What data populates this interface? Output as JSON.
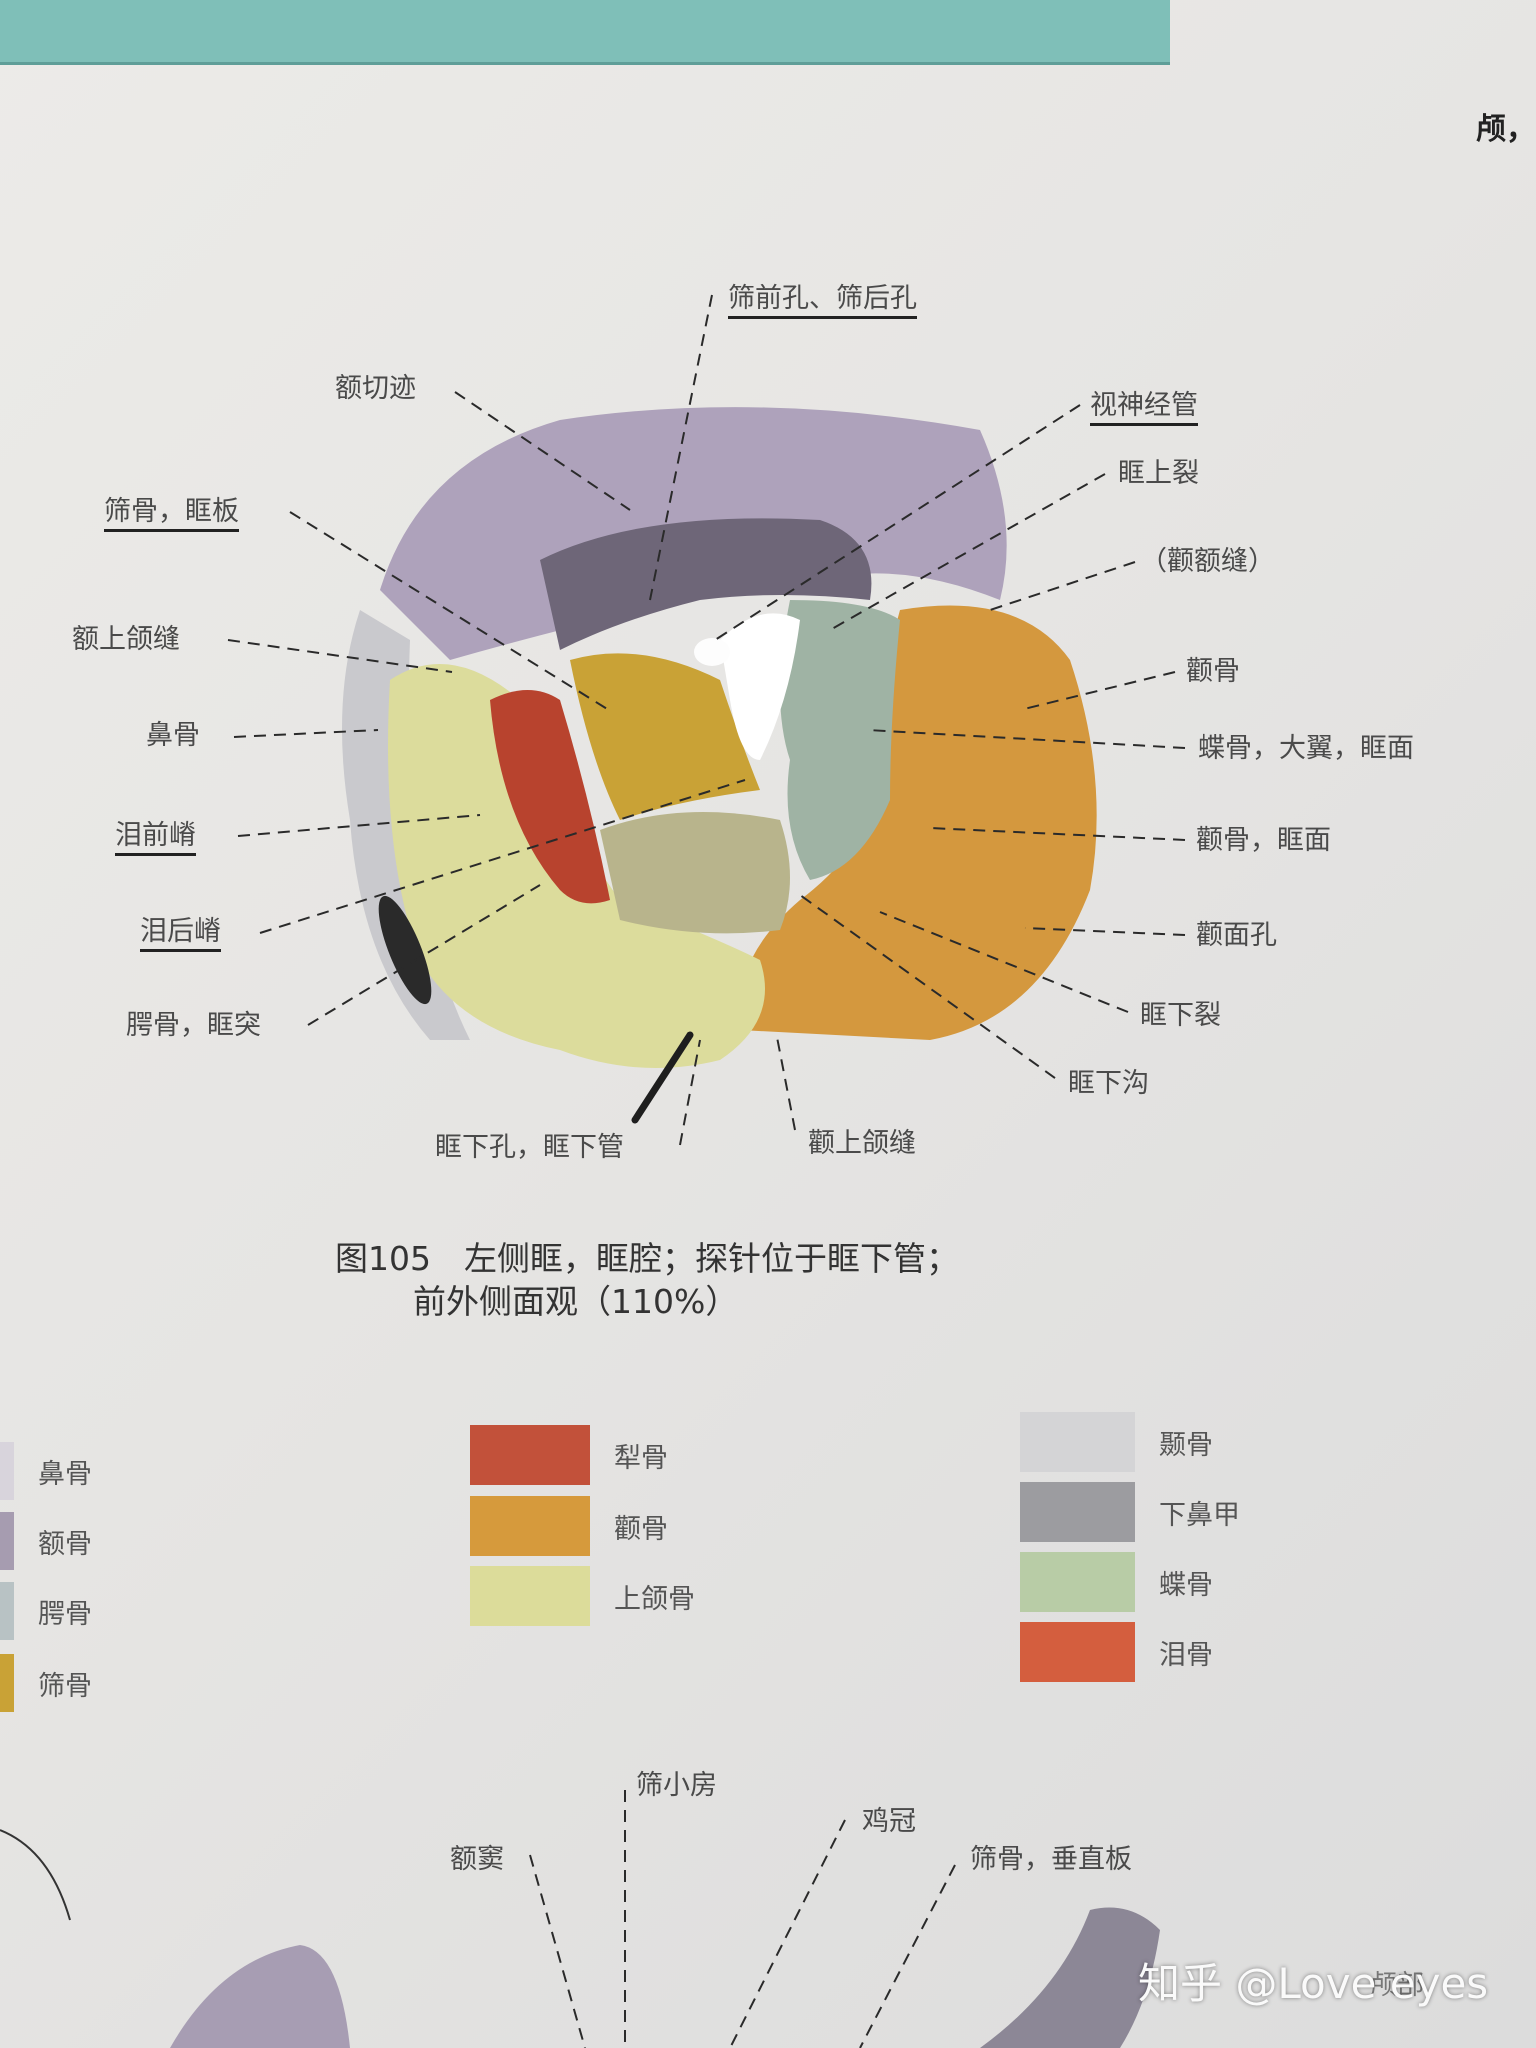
{
  "header": {
    "corner_text": "颅，"
  },
  "labels": {
    "ethmoid_foramina": "筛前孔、筛后孔",
    "frontal_notch": "额切迹",
    "optic_canal": "视神经管",
    "superior_orbital_fissure": "眶上裂",
    "sphenozygomatic_suture": "（颧额缝）",
    "ethmoid_orbital_plate": "筛骨，眶板",
    "frontomaxillary_suture": "额上颌缝",
    "zygomatic": "颧骨",
    "nasal": "鼻骨",
    "sphenoid_greater_wing": "蝶骨，大翼，眶面",
    "anterior_lacrimal_crest": "泪前嵴",
    "zygomatic_orbital": "颧骨，眶面",
    "posterior_lacrimal_crest": "泪后嵴",
    "zygomaticofacial_foramen": "颧面孔",
    "palatine_orbital": "腭骨，眶突",
    "inferior_orbital_fissure": "眶下裂",
    "infraorbital_groove": "眶下沟",
    "infraorbital_foramen_canal": "眶下孔，眶下管",
    "zygomaticomaxillary_suture": "颧上颌缝"
  },
  "caption": {
    "line1": "图105　左侧眶，眶腔；探针位于眶下管；",
    "line2": "前外侧面观（110%）"
  },
  "legend": {
    "left": [
      {
        "name": "鼻骨",
        "color": "#d8d4dc"
      },
      {
        "name": "额骨",
        "color": "#a69cb0"
      },
      {
        "name": "腭骨",
        "color": "#b8c2c4"
      },
      {
        "name": "筛骨",
        "color": "#c9a236"
      }
    ],
    "middle": [
      {
        "name": "犁骨",
        "color": "#c2513a"
      },
      {
        "name": "颧骨",
        "color": "#d69a3c"
      },
      {
        "name": "上颌骨",
        "color": "#dcdc9a"
      }
    ],
    "right": [
      {
        "name": "颞骨",
        "color": "#d4d4d6"
      },
      {
        "name": "下鼻甲",
        "color": "#9c9ca0"
      },
      {
        "name": "蝶骨",
        "color": "#b8cca6"
      },
      {
        "name": "泪骨",
        "color": "#d45e3e"
      }
    ]
  },
  "bottom_labels": {
    "ethmoid_cells": "筛小房",
    "crista_galli": "鸡冠",
    "frontal_sinus": "额窦",
    "perpendicular_plate": "筛骨，垂直板",
    "corner": "颅部"
  },
  "watermark": "知乎 @Love eyes"
}
